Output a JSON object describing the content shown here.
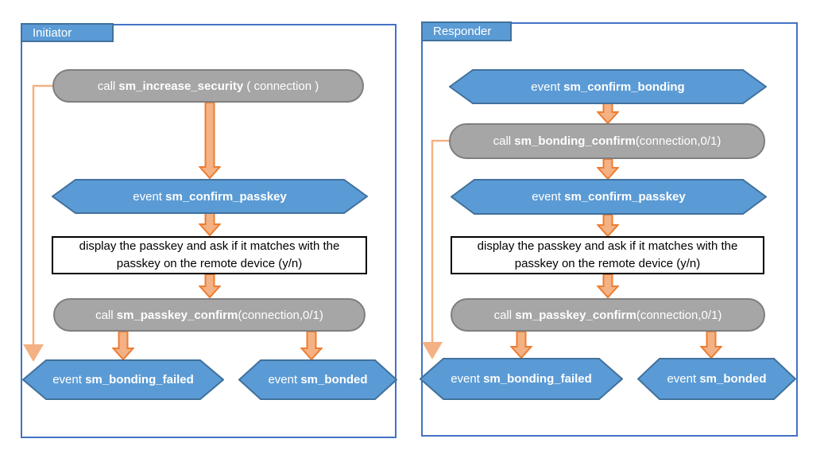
{
  "colors": {
    "panel_border": "#4472C4",
    "shape_blue": "#5B9BD5",
    "shape_blue_border": "#41719C",
    "shape_gray": "#A6A6A6",
    "shape_gray_border": "#7F7F7F",
    "arrow_fill": "#F4B183",
    "arrow_border": "#ED7D31",
    "note_border": "#000000",
    "text_on_shape": "#FFFFFF",
    "text_on_note": "#000000"
  },
  "initiator": {
    "title": "Initiator",
    "call_increase_security": {
      "prefix": "call ",
      "name": "sm_increase_security",
      "suffix": " ( connection )"
    },
    "event_confirm_passkey": {
      "prefix": "event ",
      "name": "sm_confirm_passkey",
      "suffix": ""
    },
    "display_passkey_note": "display the passkey and ask if it matches with the passkey on the remote device (y/n)",
    "call_passkey_confirm": {
      "prefix": "call ",
      "name": "sm_passkey_confirm",
      "suffix": "(connection,0/1)"
    },
    "event_bonding_failed": {
      "prefix": "event ",
      "name": "sm_bonding_failed",
      "suffix": ""
    },
    "event_bonded": {
      "prefix": "event ",
      "name": "sm_bonded",
      "suffix": ""
    }
  },
  "responder": {
    "title": "Responder",
    "event_confirm_bonding": {
      "prefix": "event ",
      "name": "sm_confirm_bonding",
      "suffix": ""
    },
    "call_bonding_confirm": {
      "prefix": "call ",
      "name": "sm_bonding_confirm",
      "suffix": "(connection,0/1)"
    },
    "event_confirm_passkey": {
      "prefix": "event ",
      "name": "sm_confirm_passkey",
      "suffix": ""
    },
    "display_passkey_note": "display the passkey and ask if it matches with the passkey on the remote device (y/n)",
    "call_passkey_confirm": {
      "prefix": "call ",
      "name": "sm_passkey_confirm",
      "suffix": "(connection,0/1)"
    },
    "event_bonding_failed": {
      "prefix": "event ",
      "name": "sm_bonding_failed",
      "suffix": ""
    },
    "event_bonded": {
      "prefix": "event ",
      "name": "sm_bonded",
      "suffix": ""
    }
  }
}
